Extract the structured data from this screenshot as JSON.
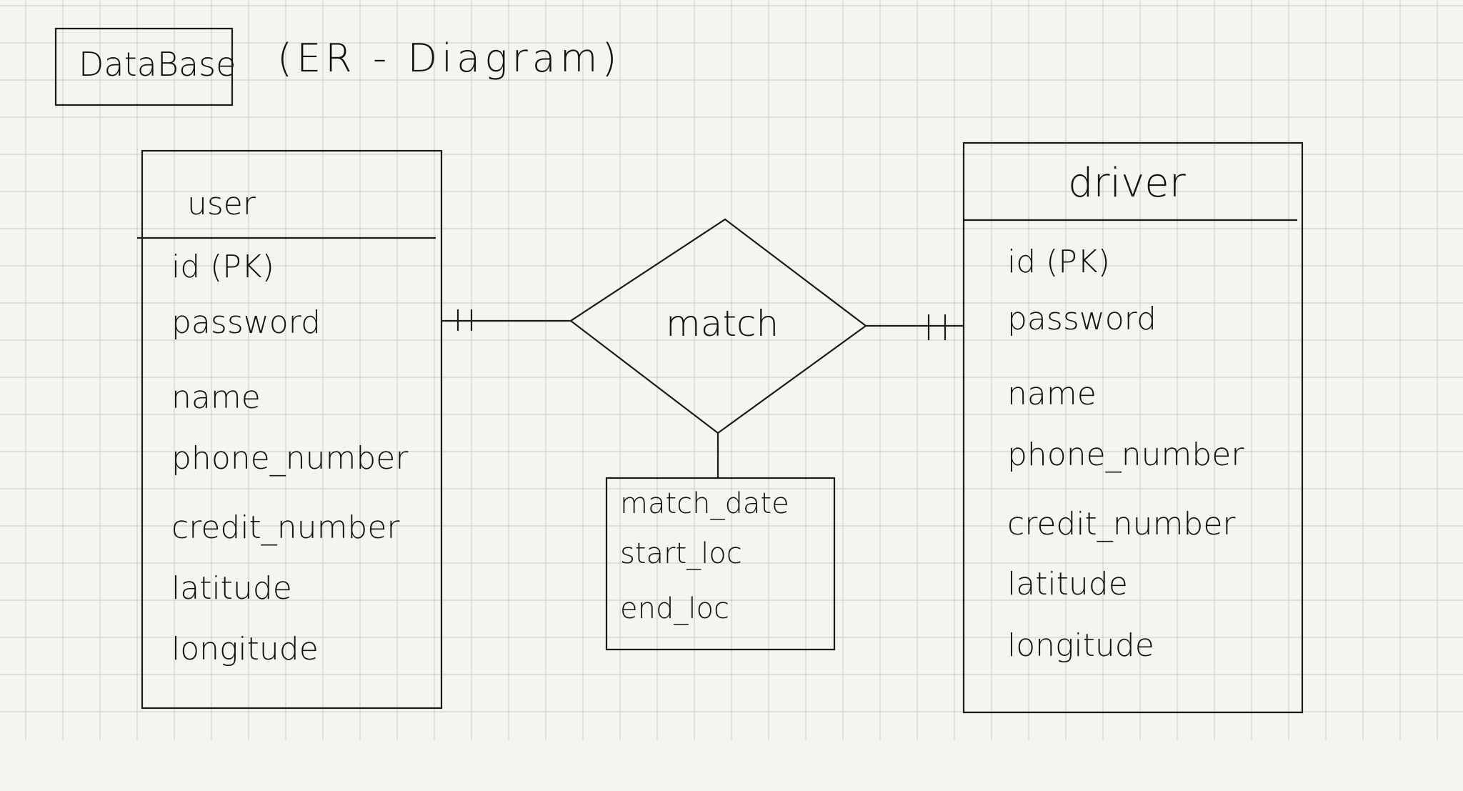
{
  "title_box": {
    "label": "DataBase"
  },
  "subtitle": "(ER - Diagram)",
  "entities": {
    "user": {
      "name": "user",
      "attributes": [
        "id (PK)",
        "password",
        "name",
        "phone_number",
        "credit_number",
        "latitude",
        "longitude"
      ]
    },
    "driver": {
      "name": "driver",
      "attributes": [
        "id (PK)",
        "password",
        "name",
        "phone_number",
        "credit_number",
        "latitude",
        "longitude"
      ]
    }
  },
  "relationship": {
    "name": "match",
    "attributes": [
      "match_date",
      "start_loc",
      "end_loc"
    ]
  },
  "cardinality": {
    "user_side": "one",
    "driver_side": "one"
  },
  "colors": {
    "background": "#f5f5ef",
    "grid": "#c9cbc6",
    "ink": "#1a1a1a"
  }
}
